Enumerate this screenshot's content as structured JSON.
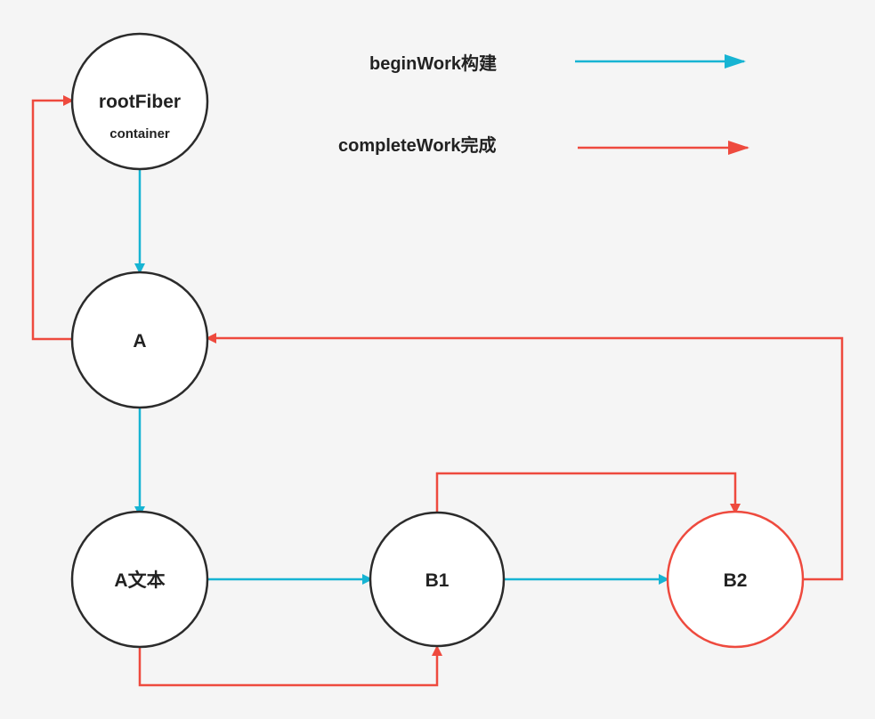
{
  "legend": {
    "begin_label": "beginWork构建",
    "complete_label": "completeWork完成"
  },
  "colors": {
    "begin": "#17b4d3",
    "complete": "#ee4a3e",
    "node_stroke": "#2b2b2b",
    "highlight_stroke": "#ee4a3e",
    "background": "#f5f5f5"
  },
  "nodes": {
    "root": {
      "title": "rootFiber",
      "subtitle": "container"
    },
    "a": {
      "title": "A"
    },
    "a_text": {
      "title": "A文本"
    },
    "b1": {
      "title": "B1"
    },
    "b2": {
      "title": "B2"
    }
  }
}
